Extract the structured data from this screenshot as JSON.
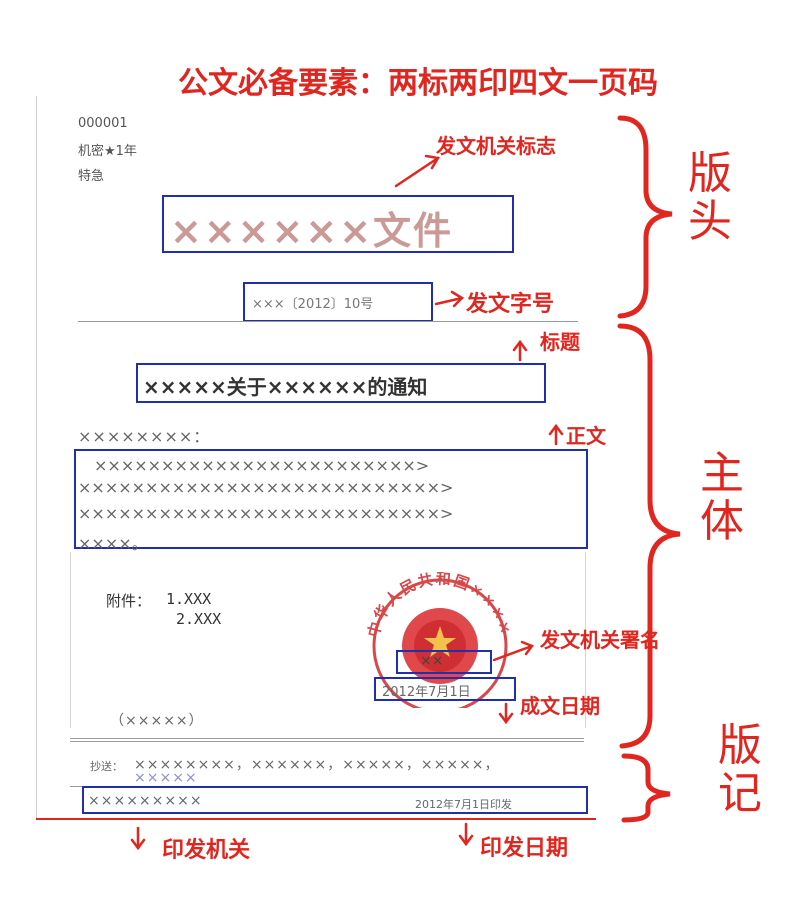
{
  "title_annotation": "公文必备要素：两标两印四文一页码",
  "header": {
    "serial_number": "000001",
    "secrecy_level": "机密★1年",
    "urgency": "特急",
    "issuer_mark": "××××××文件",
    "doc_number": "×××〔2012〕10号"
  },
  "body": {
    "title": "×××××关于××××××的通知",
    "recipient": "××××××××：",
    "text_lines": [
      "　××××××××××××××××××××××××>",
      "×××××××××××××××××××××××××××>",
      "×××××××××××××××××××××××××××>",
      "××××。"
    ],
    "attachment_label": "附件：",
    "attachment_items": [
      "1.XXX",
      "2.XXX"
    ],
    "seal_text": "中华人民共和国××××",
    "signatory": "××",
    "date": "2012年7月1日",
    "note": "（×××××）"
  },
  "footer": {
    "cc_label": "抄送：",
    "cc_text": "××××××××，××××××，×××××，×××××，",
    "cc_text2": "×××××",
    "print_org": "×××××××××",
    "print_date": "2012年7月1日印发"
  },
  "annotations": {
    "issuer_mark": "发文机关标志",
    "doc_number": "发文字号",
    "title": "标题",
    "body_text": "正文",
    "signatory": "发文机关署名",
    "date": "成文日期",
    "print_org": "印发机关",
    "print_date": "印发日期"
  },
  "sections": {
    "head": "版头",
    "main": "主体",
    "record": "版记"
  },
  "colors": {
    "annotation": "#e0261f",
    "highlight_box": "#1f2fb0",
    "document_text": "#555555"
  }
}
